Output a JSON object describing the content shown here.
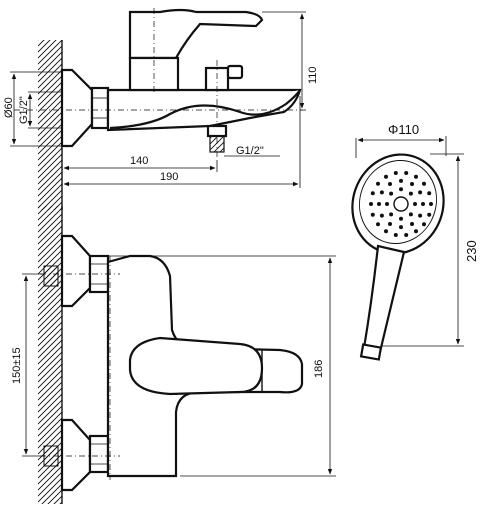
{
  "labels": {
    "dia_flange": "Ø60",
    "thread_wall": "G1/2\"",
    "height_top": "110",
    "thread_outlet": "G1/2\"",
    "len_140": "140",
    "len_190": "190",
    "head_dia": "Φ110",
    "handshower_len": "230",
    "center_dist": "150±15",
    "height_front": "186"
  }
}
